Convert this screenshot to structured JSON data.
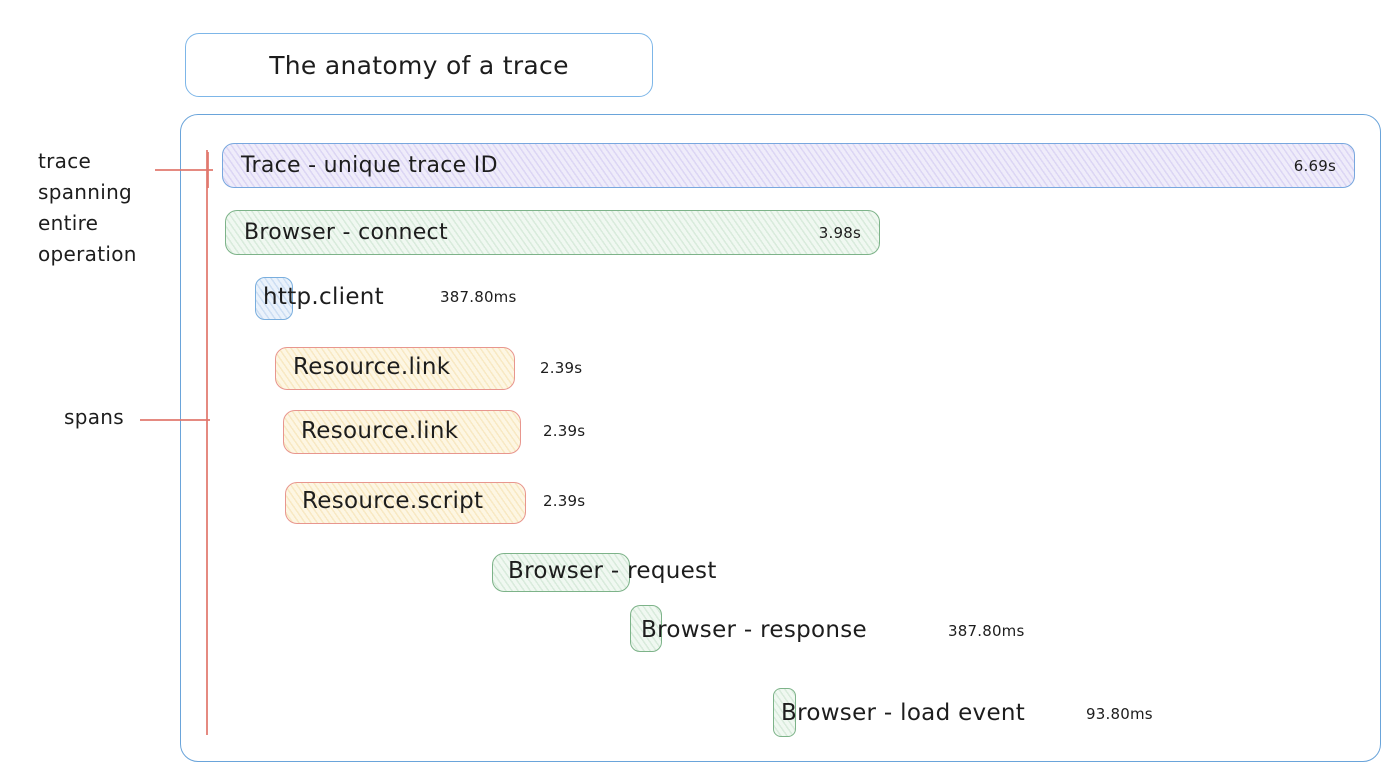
{
  "title": "The anatomy of a trace",
  "annotations": {
    "trace": "trace\nspanning\nentire\noperation",
    "spans": "spans"
  },
  "spans": [
    {
      "label": "Trace - unique trace ID",
      "duration": "6.69s",
      "kind": "trace"
    },
    {
      "label": "Browser - connect",
      "duration": "3.98s",
      "kind": "browser"
    },
    {
      "label": "http.client",
      "duration": "387.80ms",
      "kind": "http"
    },
    {
      "label": "Resource.link",
      "duration": "2.39s",
      "kind": "resource"
    },
    {
      "label": "Resource.link",
      "duration": "2.39s",
      "kind": "resource"
    },
    {
      "label": "Resource.script",
      "duration": "2.39s",
      "kind": "resource"
    },
    {
      "label": "Browser - request",
      "duration": "",
      "kind": "browser"
    },
    {
      "label": "Browser - response",
      "duration": "387.80ms",
      "kind": "browser"
    },
    {
      "label": "Browser - load event",
      "duration": "93.80ms",
      "kind": "browser"
    }
  ],
  "colors": {
    "trace_fill": "#efecfa",
    "trace_border": "#78a7de",
    "green_fill": "#f0f8f1",
    "green_border": "#7db389",
    "blue_fill": "#eaf2fb",
    "blue_border": "#79aede",
    "yellow_fill": "#fdf6e3",
    "red_border": "#e8968e",
    "container_border": "#6aa4da",
    "annotation_line": "#e0756b",
    "text": "#1d1d1d"
  }
}
